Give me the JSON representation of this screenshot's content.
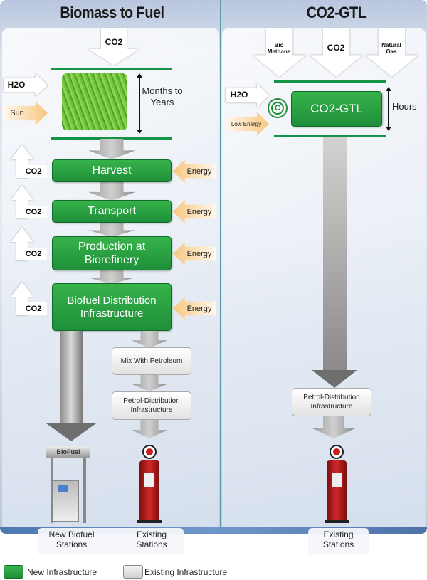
{
  "left_panel": {
    "title": "Biomass to Fuel",
    "inputs": {
      "co2": "CO2",
      "h2o": "H2O",
      "sun": "Sun"
    },
    "duration": "Months to Years",
    "steps": [
      {
        "label": "Harvest",
        "emission": "CO2",
        "input": "Energy"
      },
      {
        "label": "Transport",
        "emission": "CO2",
        "input": "Energy"
      },
      {
        "label": "Production at Biorefinery",
        "emission": "CO2",
        "input": "Energy"
      },
      {
        "label": "Biofuel Distribution Infrastructure",
        "emission": "CO2",
        "input": "Energy"
      }
    ],
    "mix_box": "Mix With Petroleum",
    "petrol_box": "Petrol-Distribution Infrastructure",
    "pump_sign": "BioFuel",
    "station_labels": [
      "New Biofuel Stations",
      "Existing Stations"
    ]
  },
  "right_panel": {
    "title": "CO2-GTL",
    "inputs_top": [
      "Bio Methane",
      "CO2",
      "Natural Gas"
    ],
    "inputs_side": {
      "h2o": "H2O",
      "energy": "Low Energy"
    },
    "process_box": "CO2-GTL",
    "duration": "Hours",
    "petrol_box": "Petrol-Distribution Infrastructure",
    "station_label": "Existing Stations"
  },
  "legend": {
    "new": "New Infrastructure",
    "existing": "Existing Infrastructure",
    "colors": {
      "new": "#1f9a3e",
      "existing": "#d6d6d6"
    }
  }
}
